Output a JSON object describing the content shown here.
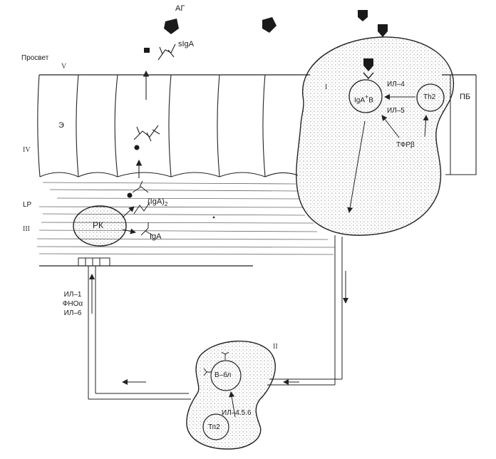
{
  "labels": {
    "antigen": "АГ",
    "sIgA": "sIgA",
    "lumen": "Просвет",
    "epithelium": "Э",
    "lamina_propria": "LP",
    "plasma_cell": "РК",
    "dimeric_iga": "(IgA)",
    "dimeric_sub": "2",
    "iga": "IgA",
    "peyer_patch": "ПБ",
    "iga_b_cell": "IgA",
    "iga_plus": "+",
    "iga_b": "B",
    "th2_top": "Th2",
    "il4": "ИЛ–4",
    "il5": "ИЛ–5",
    "tgf": "ТФРβ",
    "cytokines_left": [
      "ИЛ–1",
      "ФНОα",
      "ИЛ–6"
    ],
    "b_blast": "В–бл",
    "th2_bottom": "Тп2",
    "il456": "ИЛ–4.5.6"
  },
  "roman": {
    "i": "I",
    "ii": "II",
    "iii": "III",
    "iv": "IV",
    "v": "V"
  }
}
